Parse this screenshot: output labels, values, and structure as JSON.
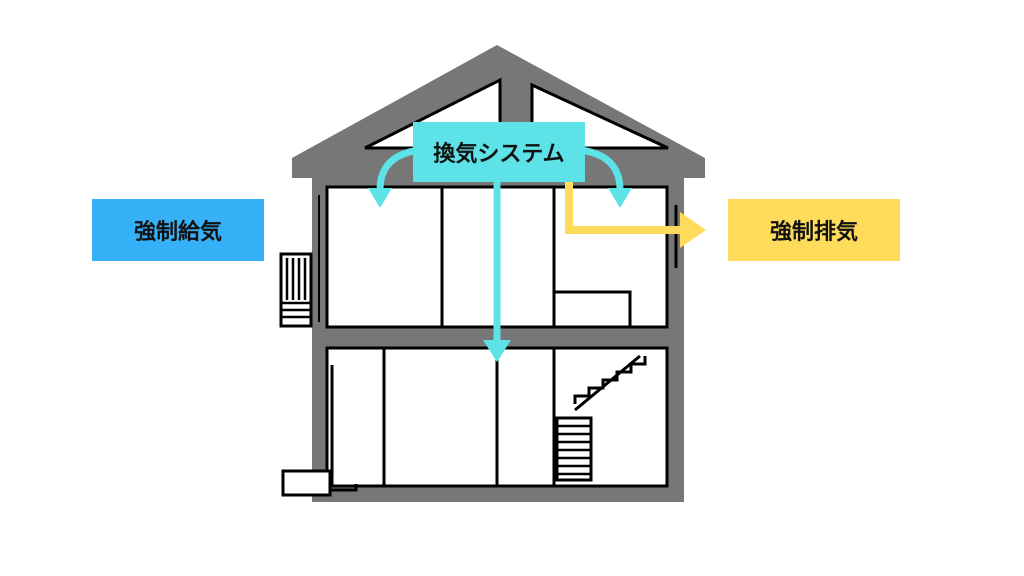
{
  "labels": {
    "forced_supply": "強制給気",
    "system": "換気システム",
    "forced_exhaust": "強制排気"
  },
  "colors": {
    "supply": "#36b1f7",
    "system": "#5de2e7",
    "exhaust": "#ffdb5c",
    "wall": "#777777",
    "line": "#000000",
    "background": "#ffffff"
  },
  "icons": {
    "supply_arrow": "arrow-down-icon",
    "exhaust_arrow": "arrow-right-icon"
  }
}
